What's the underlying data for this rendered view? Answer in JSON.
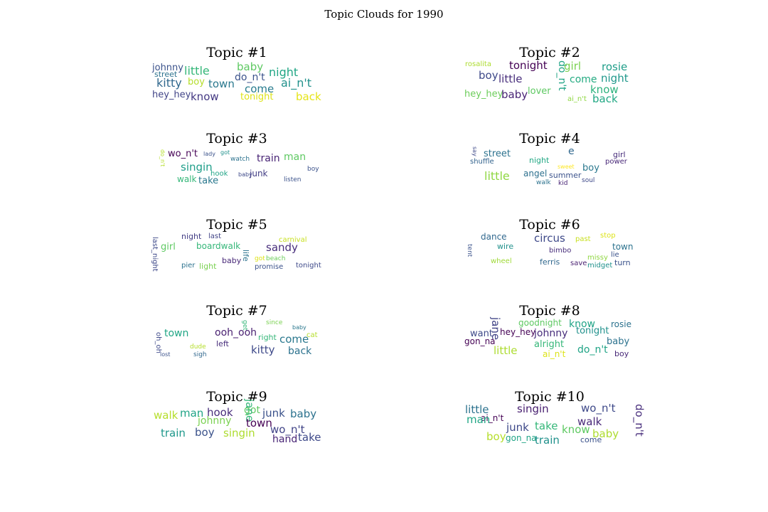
{
  "title": "Topic Clouds for 1990",
  "topics": [
    {
      "title": "Topic #1",
      "words": [
        {
          "t": "johnny",
          "c": "#3b528b"
        },
        {
          "t": "street",
          "c": "#2c728e"
        },
        {
          "t": "little",
          "c": "#35b779"
        },
        {
          "t": "baby",
          "c": "#5ec962"
        },
        {
          "t": "night",
          "c": "#21a685"
        },
        {
          "t": "kitty",
          "c": "#31688e"
        },
        {
          "t": "boy",
          "c": "#b5de2b"
        },
        {
          "t": "town",
          "c": "#2a788e"
        },
        {
          "t": "do_n't",
          "c": "#3b528b"
        },
        {
          "t": "ai_n't",
          "c": "#21918c"
        },
        {
          "t": "come",
          "c": "#287c8e"
        },
        {
          "t": "hey_hey",
          "c": "#414487"
        },
        {
          "t": "know",
          "c": "#443983"
        },
        {
          "t": "tonight",
          "c": "#dde318"
        },
        {
          "t": "back",
          "c": "#e5e419"
        }
      ]
    },
    {
      "title": "Topic #2",
      "words": [
        {
          "t": "rosalita",
          "c": "#addc30"
        },
        {
          "t": "tonight",
          "c": "#440154"
        },
        {
          "t": "do_n't",
          "c": "#20a486"
        },
        {
          "t": "girl",
          "c": "#7ad151"
        },
        {
          "t": "rosie",
          "c": "#1f9e89"
        },
        {
          "t": "boy",
          "c": "#3e4989"
        },
        {
          "t": "little",
          "c": "#472d7b"
        },
        {
          "t": "come",
          "c": "#25ab82"
        },
        {
          "t": "night",
          "c": "#1f988b"
        },
        {
          "t": "hey_hey",
          "c": "#6ccd5a"
        },
        {
          "t": "baby",
          "c": "#482475"
        },
        {
          "t": "lover",
          "c": "#5ec962"
        },
        {
          "t": "know",
          "c": "#2db27d"
        },
        {
          "t": "ai_n't",
          "c": "#90d743"
        },
        {
          "t": "back",
          "c": "#22a884"
        }
      ]
    },
    {
      "title": "Topic #3",
      "words": [
        {
          "t": "do_n't",
          "c": "#b5de2b"
        },
        {
          "t": "wo_n't",
          "c": "#440154"
        },
        {
          "t": "lady",
          "c": "#3b528b"
        },
        {
          "t": "got",
          "c": "#21918c"
        },
        {
          "t": "watch",
          "c": "#2c728e"
        },
        {
          "t": "train",
          "c": "#482475"
        },
        {
          "t": "man",
          "c": "#5ec962"
        },
        {
          "t": "singin",
          "c": "#1f9e89"
        },
        {
          "t": "hook",
          "c": "#20a486"
        },
        {
          "t": "baby",
          "c": "#3e4989"
        },
        {
          "t": "junk",
          "c": "#433e85"
        },
        {
          "t": "boy",
          "c": "#3b528b"
        },
        {
          "t": "walk",
          "c": "#35b779"
        },
        {
          "t": "take",
          "c": "#2a788e"
        },
        {
          "t": "listen",
          "c": "#3b528b"
        }
      ]
    },
    {
      "title": "Topic #4",
      "words": [
        {
          "t": "say",
          "c": "#3e4989"
        },
        {
          "t": "street",
          "c": "#2c728e"
        },
        {
          "t": "e",
          "c": "#31688e"
        },
        {
          "t": "girl",
          "c": "#472d7b"
        },
        {
          "t": "shuffle",
          "c": "#33638d"
        },
        {
          "t": "night",
          "c": "#22a884"
        },
        {
          "t": "sweet",
          "c": "#fde725"
        },
        {
          "t": "power",
          "c": "#482878"
        },
        {
          "t": "boy",
          "c": "#2a788e"
        },
        {
          "t": "little",
          "c": "#90d743"
        },
        {
          "t": "angel",
          "c": "#2d708e"
        },
        {
          "t": "summer",
          "c": "#3b528b"
        },
        {
          "t": "walk",
          "c": "#2c728e"
        },
        {
          "t": "kid",
          "c": "#482475"
        },
        {
          "t": "soul",
          "c": "#3e4989"
        }
      ]
    },
    {
      "title": "Topic #5",
      "words": [
        {
          "t": "last_night",
          "c": "#3e4989"
        },
        {
          "t": "night",
          "c": "#433e85"
        },
        {
          "t": "last",
          "c": "#414487"
        },
        {
          "t": "carnival",
          "c": "#c8e020"
        },
        {
          "t": "girl",
          "c": "#5ec962"
        },
        {
          "t": "boardwalk",
          "c": "#35b779"
        },
        {
          "t": "life",
          "c": "#2c728e"
        },
        {
          "t": "sandy",
          "c": "#472d7b"
        },
        {
          "t": "got",
          "c": "#dde318"
        },
        {
          "t": "beach",
          "c": "#6ccd5a"
        },
        {
          "t": "baby",
          "c": "#482878"
        },
        {
          "t": "pier",
          "c": "#2c728e"
        },
        {
          "t": "light",
          "c": "#7ad151"
        },
        {
          "t": "promise",
          "c": "#3b528b"
        },
        {
          "t": "tonight",
          "c": "#3e4989"
        }
      ]
    },
    {
      "title": "Topic #6",
      "words": [
        {
          "t": "dance",
          "c": "#31688e"
        },
        {
          "t": "stop",
          "c": "#dde318"
        },
        {
          "t": "circus",
          "c": "#3e4989"
        },
        {
          "t": "past",
          "c": "#c8e020"
        },
        {
          "t": "tent",
          "c": "#3b528b"
        },
        {
          "t": "wire",
          "c": "#21918c"
        },
        {
          "t": "town",
          "c": "#2c728e"
        },
        {
          "t": "bimbo",
          "c": "#472d7b"
        },
        {
          "t": "lie",
          "c": "#3b528b"
        },
        {
          "t": "missy",
          "c": "#90d743"
        },
        {
          "t": "wheel",
          "c": "#a0da39"
        },
        {
          "t": "ferris",
          "c": "#31688e"
        },
        {
          "t": "save",
          "c": "#481f70"
        },
        {
          "t": "midget",
          "c": "#21918c"
        },
        {
          "t": "turn",
          "c": "#3b528b"
        }
      ]
    },
    {
      "title": "Topic #7",
      "words": [
        {
          "t": "get",
          "c": "#35b779"
        },
        {
          "t": "since",
          "c": "#7ad151"
        },
        {
          "t": "baby",
          "c": "#2a788e"
        },
        {
          "t": "oh_oh",
          "c": "#3e4989"
        },
        {
          "t": "town",
          "c": "#21a685"
        },
        {
          "t": "ooh_ooh",
          "c": "#481f70"
        },
        {
          "t": "right",
          "c": "#35b779"
        },
        {
          "t": "come",
          "c": "#2a788e"
        },
        {
          "t": "cat",
          "c": "#b5de2b"
        },
        {
          "t": "left",
          "c": "#472d7b"
        },
        {
          "t": "dude",
          "c": "#b5de2b"
        },
        {
          "t": "kitty",
          "c": "#3e4989"
        },
        {
          "t": "back",
          "c": "#2c728e"
        },
        {
          "t": "lost",
          "c": "#3b528b"
        },
        {
          "t": "sigh",
          "c": "#31688e"
        }
      ]
    },
    {
      "title": "Topic #8",
      "words": [
        {
          "t": "goodnight",
          "c": "#5ec962"
        },
        {
          "t": "know",
          "c": "#20a486"
        },
        {
          "t": "rosie",
          "c": "#2c728e"
        },
        {
          "t": "want",
          "c": "#3e4989"
        },
        {
          "t": "jane",
          "c": "#414487"
        },
        {
          "t": "hey_hey",
          "c": "#440154"
        },
        {
          "t": "johnny",
          "c": "#472d7b"
        },
        {
          "t": "tonight",
          "c": "#21918c"
        },
        {
          "t": "gon_na",
          "c": "#440154"
        },
        {
          "t": "baby",
          "c": "#2c728e"
        },
        {
          "t": "alright",
          "c": "#35b779"
        },
        {
          "t": "little",
          "c": "#addc30"
        },
        {
          "t": "ai_n't",
          "c": "#dde318"
        },
        {
          "t": "do_n't",
          "c": "#20a486"
        },
        {
          "t": "boy",
          "c": "#482878"
        }
      ]
    },
    {
      "title": "Topic #9",
      "words": [
        {
          "t": "walk",
          "c": "#b5de2b"
        },
        {
          "t": "man",
          "c": "#20a486"
        },
        {
          "t": "hook",
          "c": "#472d7b"
        },
        {
          "t": "got",
          "c": "#5ec962"
        },
        {
          "t": "junk",
          "c": "#3b528b"
        },
        {
          "t": "baby",
          "c": "#2c728e"
        },
        {
          "t": "johnny",
          "c": "#7ad151"
        },
        {
          "t": "jane",
          "c": "#35b779"
        },
        {
          "t": "town",
          "c": "#440154"
        },
        {
          "t": "train",
          "c": "#1f988b"
        },
        {
          "t": "boy",
          "c": "#3b528b"
        },
        {
          "t": "singin",
          "c": "#addc30"
        },
        {
          "t": "wo_n't",
          "c": "#414487"
        },
        {
          "t": "hand",
          "c": "#482475"
        },
        {
          "t": "take",
          "c": "#3e4989"
        }
      ]
    },
    {
      "title": "Topic #10",
      "words": [
        {
          "t": "little",
          "c": "#2c728e"
        },
        {
          "t": "ai_n't",
          "c": "#440154"
        },
        {
          "t": "singin",
          "c": "#481f70"
        },
        {
          "t": "wo_n't",
          "c": "#3e4989"
        },
        {
          "t": "do_n't",
          "c": "#472d7b"
        },
        {
          "t": "man",
          "c": "#21a685"
        },
        {
          "t": "junk",
          "c": "#3e4989"
        },
        {
          "t": "take",
          "c": "#35b779"
        },
        {
          "t": "walk",
          "c": "#482878"
        },
        {
          "t": "know",
          "c": "#5ec962"
        },
        {
          "t": "boy",
          "c": "#b5de2b"
        },
        {
          "t": "gon_na",
          "c": "#20a486"
        },
        {
          "t": "train",
          "c": "#21918c"
        },
        {
          "t": "baby",
          "c": "#addc30"
        },
        {
          "t": "come",
          "c": "#3b528b"
        }
      ]
    }
  ]
}
